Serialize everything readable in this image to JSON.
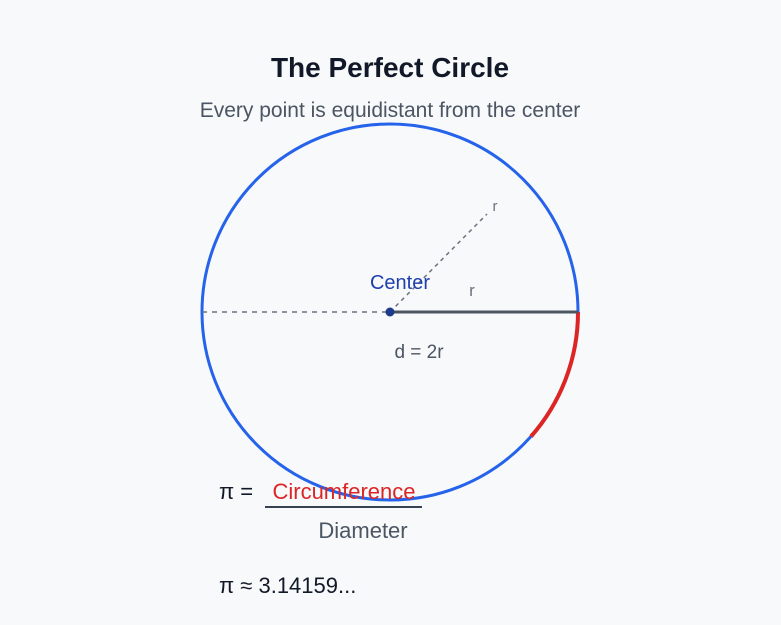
{
  "header": {
    "title": "The Perfect Circle",
    "subtitle": "Every point is equidistant from the center"
  },
  "diagram": {
    "center_label": "Center",
    "radius_label": "r",
    "diagonal_radius_label": "r",
    "diameter_label": "d = 2r",
    "colors": {
      "circle": "#2563eb",
      "arc_highlight": "#dc2626",
      "radius_line": "#4b5563",
      "dashed_line": "#6b7280",
      "center_point": "#1e3a8a"
    }
  },
  "formula": {
    "pi_equals": "π =",
    "numerator": "Circumference",
    "denominator": "Diameter",
    "approximation": "π ≈ 3.14159..."
  }
}
